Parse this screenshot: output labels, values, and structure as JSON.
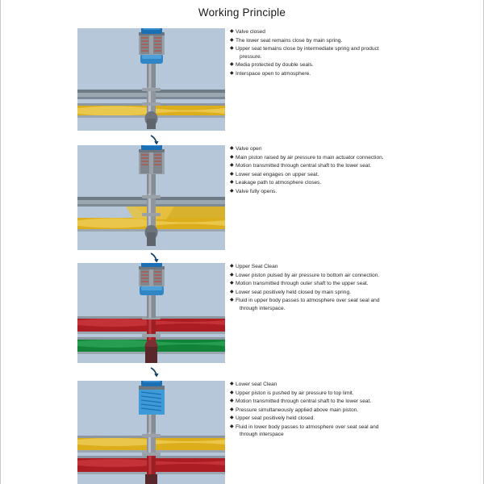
{
  "document": {
    "title": "Working Principle"
  },
  "bullet_glyph": "◆",
  "colors": {
    "figure_background": "#b7c7da",
    "actuator_blue": "#1a6fb5",
    "actuator_blue_light": "#3f9ad8",
    "body_metal": "#8f969e",
    "pipe_gray": "#7f8a93",
    "media_yellow": "#e0b41d",
    "media_red": "#b01c24",
    "media_green": "#128a3c",
    "text": "#231f20",
    "page_border": "#c8c8c8"
  },
  "sections": [
    {
      "id": "valve-closed",
      "figure_name": "valve-closed-diagram",
      "figure": {
        "stage": "closed",
        "upper_pipe_color": "#7f8a93",
        "lower_pipe_color": "#e0b41d",
        "upper_pipe_media": "none",
        "lower_pipe_media": "product",
        "stem_extended": false,
        "spring_visible": true
      },
      "bullets": [
        {
          "text": "Valve closed"
        },
        {
          "text": "The lower seat remains close by main spring."
        },
        {
          "text": "Upper seat temains close by intermediate spring and product",
          "continuation": "pressure."
        },
        {
          "text": "Media protected by double seals."
        },
        {
          "text": "Interspace open to atmosphere."
        }
      ]
    },
    {
      "id": "valve-open",
      "figure_name": "valve-open-diagram",
      "figure": {
        "stage": "open",
        "upper_pipe_color": "#7f8a93",
        "lower_pipe_color": "#e0b41d",
        "upper_pipe_media": "product",
        "lower_pipe_media": "product",
        "stem_extended": true,
        "spring_visible": true
      },
      "bullets": [
        {
          "text": "Valve open"
        },
        {
          "text": "Main piston raised by air pressure to main actuator connection."
        },
        {
          "text": "Motion transmitted through central shaft to the lower seat."
        },
        {
          "text": "Lower seat engages on upper seat."
        },
        {
          "text": "Leakage path to atmosphere closes."
        },
        {
          "text": "Valve fully opens."
        }
      ]
    },
    {
      "id": "upper-seat-clean",
      "figure_name": "upper-seat-clean-diagram",
      "figure": {
        "stage": "upper-seat-clean",
        "upper_pipe_color": "#b01c24",
        "lower_pipe_color": "#128a3c",
        "upper_pipe_media": "cleaning",
        "lower_pipe_media": "product",
        "stem_extended": false,
        "spring_visible": true
      },
      "bullets": [
        {
          "text": "Upper Seat Clean"
        },
        {
          "text": "Lower piston pulsed by air pressure to bottom air connection."
        },
        {
          "text": "Motion transmitted through outer shaft to the upper seat."
        },
        {
          "text": "Lower seat positively held closed by main spring."
        },
        {
          "text": "Fluid in upper body passes to atmosphere over seat seal and",
          "continuation": "through interspace."
        }
      ]
    },
    {
      "id": "lower-seat-clean",
      "figure_name": "lower-seat-clean-diagram",
      "figure": {
        "stage": "lower-seat-clean",
        "upper_pipe_color": "#e0b41d",
        "lower_pipe_color": "#b01c24",
        "upper_pipe_media": "product",
        "lower_pipe_media": "cleaning",
        "stem_extended": false,
        "spring_visible": true
      },
      "bullets": [
        {
          "text": "Lower seat Clean"
        },
        {
          "text": "Upper piston is pushed by air pressure to top limit."
        },
        {
          "text": "Motion transmitted through central shaft to the lower seat."
        },
        {
          "text": "Pressure simultaneously applied above main piston."
        },
        {
          "text": "Upper seat positively held closed."
        },
        {
          "text": "Fluid in lower body passes to atmosphere over seat seal and",
          "continuation": "through interspace"
        }
      ]
    }
  ],
  "arrows": [
    {
      "name": "flow-arrow-1-to-2"
    },
    {
      "name": "flow-arrow-2-to-3"
    },
    {
      "name": "flow-arrow-3-to-4"
    }
  ]
}
